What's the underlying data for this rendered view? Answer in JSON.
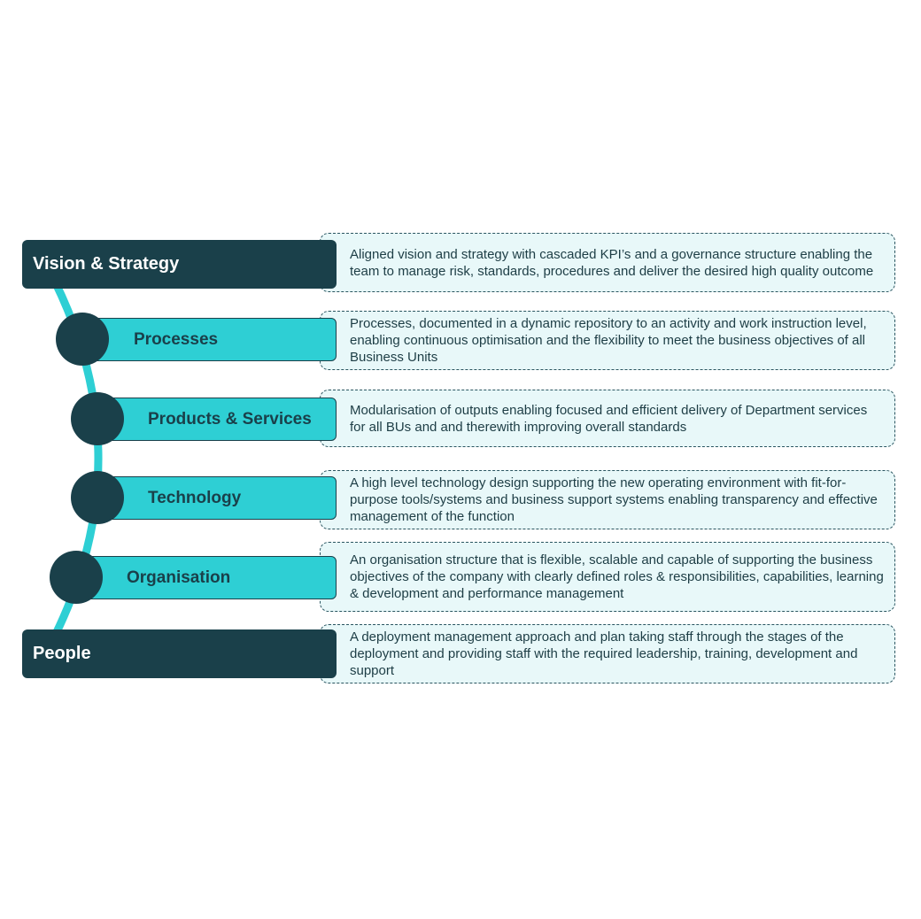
{
  "colors": {
    "dark": "#1a404a",
    "accent": "#2ecfd4",
    "desc_bg": "#e8f8f9"
  },
  "rows": [
    {
      "label": "Vision & Strategy",
      "description": "Aligned vision and strategy with cascaded KPI’s and a governance structure enabling the team to manage risk, standards, procedures and deliver the desired high quality outcome"
    },
    {
      "label": "Processes",
      "description": "Processes, documented in a dynamic repository to an activity and work instruction level, enabling continuous optimisation and the flexibility to meet the business objectives of all Business Units"
    },
    {
      "label": "Products & Services",
      "description": "Modularisation of outputs enabling focused and efficient delivery of Department services for all BUs and and therewith improving overall standards"
    },
    {
      "label": "Technology",
      "description": "A high level technology design supporting the new operating environment with fit-for-purpose tools/systems and business support systems enabling transparency and effective management of the function"
    },
    {
      "label": "Organisation",
      "description": "An organisation structure that is flexible, scalable and capable of supporting the business objectives of the company with clearly defined roles & responsibilities, capabilities, learning & development and performance management"
    },
    {
      "label": "People",
      "description": "A deployment management approach and plan taking staff through the stages of the deployment and providing staff with the required leadership, training, development and support"
    }
  ]
}
